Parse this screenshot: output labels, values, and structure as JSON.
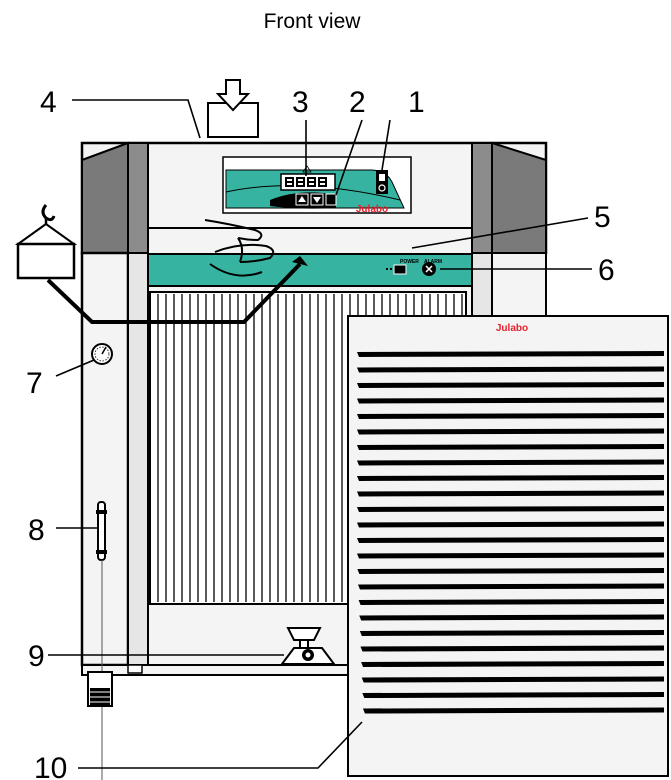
{
  "title": "Front view",
  "brand": {
    "name": "Julabo",
    "color": "#e4202c"
  },
  "panel_labels": {
    "power": "POWER",
    "alarm": "ALARM"
  },
  "callouts": [
    "1",
    "2",
    "3",
    "4",
    "5",
    "6",
    "7",
    "8",
    "9",
    "10"
  ],
  "icons": {
    "lift_point": "down-arrow-box-icon",
    "crane_hook": "hook-box-icon",
    "handle": "hand-icon",
    "pressure_gauge": "gauge-icon",
    "level_indicator": "sight-glass-icon",
    "drain": "drain-valve-icon",
    "foot": "caster-foot-icon"
  },
  "colors": {
    "teal": "#37b4a1",
    "side_panel": "#7a7a7a",
    "outline": "#000000",
    "body": "#f4f4f4"
  }
}
